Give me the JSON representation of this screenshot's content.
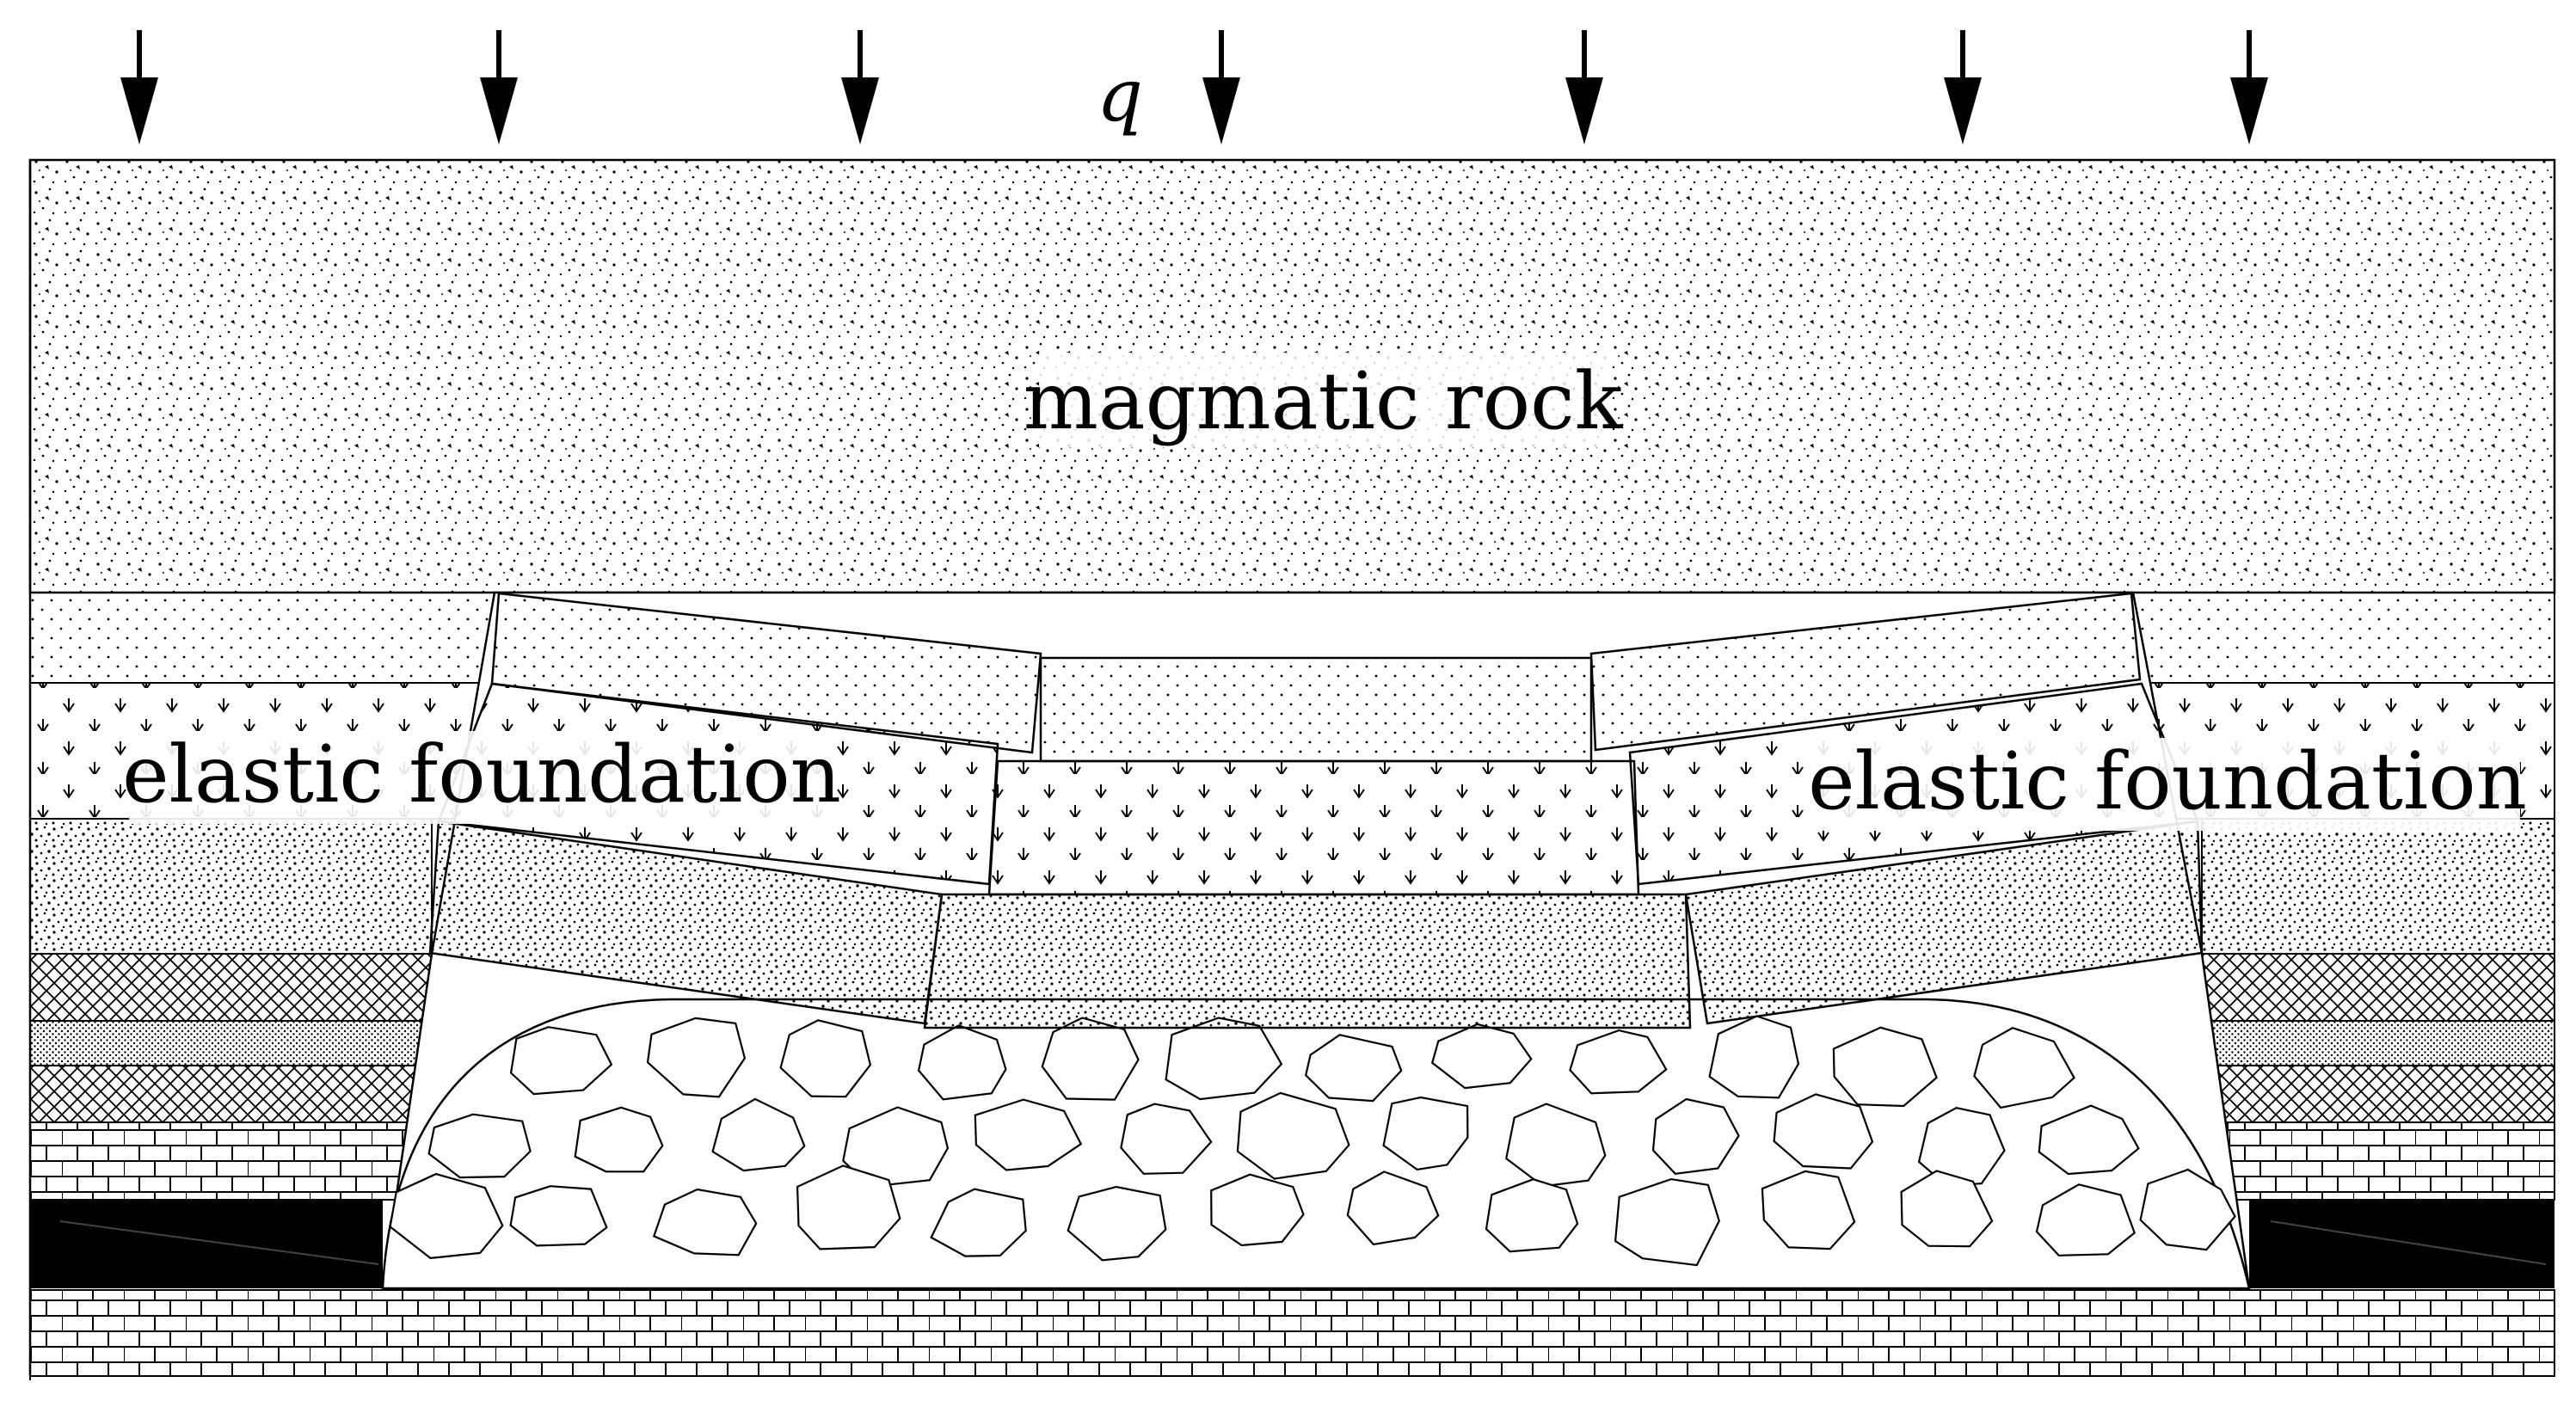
{
  "labels": {
    "load": "q",
    "magmatic_rock": "magmatic rock",
    "elastic_foundation_left": "elastic foundation",
    "elastic_foundation_right": "elastic foundation"
  },
  "load_arrow_count": 7,
  "colors": {
    "line": "#000000",
    "background": "#ffffff",
    "coal": "#000000"
  }
}
